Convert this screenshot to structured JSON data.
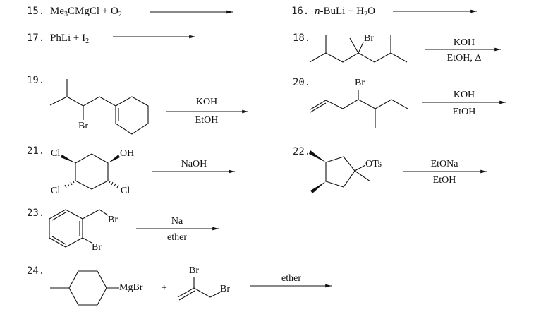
{
  "problems": [
    {
      "number": "15.",
      "formula": {
        "a": "Me",
        "a_sub": "3",
        "b": "CMgCl + O",
        "b_sub": "2"
      }
    },
    {
      "number": "16.",
      "formula": {
        "italic": "n",
        "a": "-BuLi + H",
        "a_sub": "2",
        "b": "O"
      }
    },
    {
      "number": "17.",
      "formula": {
        "a": "PhLi + I",
        "a_sub": "2"
      }
    },
    {
      "number": "18.",
      "atoms": [
        "Br"
      ],
      "reagent_top": "KOH",
      "reagent_bottom": "EtOH, Δ"
    },
    {
      "number": "19.",
      "atoms": [
        "Br"
      ],
      "reagent_top": "KOH",
      "reagent_bottom": "EtOH"
    },
    {
      "number": "20.",
      "atoms": [
        "Br"
      ],
      "reagent_top": "KOH",
      "reagent_bottom": "EtOH"
    },
    {
      "number": "21.",
      "atoms": [
        "Cl",
        "OH",
        "Cl",
        "Cl"
      ],
      "reagent_top": "NaOH"
    },
    {
      "number": "22.",
      "atoms": [
        "OTs"
      ],
      "reagent_top": "EtONa",
      "reagent_bottom": "EtOH"
    },
    {
      "number": "23.",
      "atoms": [
        "Br",
        "Br"
      ],
      "reagent_top": "Na",
      "reagent_bottom": "ether"
    },
    {
      "number": "24.",
      "atoms": [
        "MgBr",
        "Br",
        "Br"
      ],
      "plus": "+",
      "reagent_top": "ether"
    }
  ]
}
